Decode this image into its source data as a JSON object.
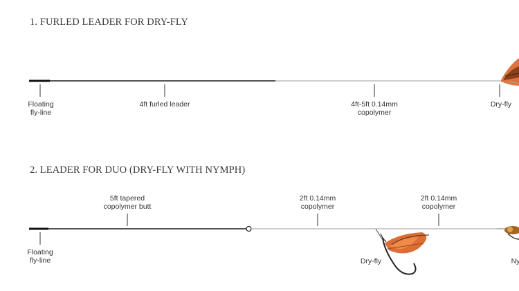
{
  "section1": {
    "title": "1. FURLED LEADER FOR DRY-FLY",
    "labels": {
      "fly_line": [
        "Floating",
        "fly-line"
      ],
      "furled": [
        "4ft furled leader"
      ],
      "copolymer": [
        "4ft-5ft 0.14mm",
        "copolymer"
      ],
      "dry_fly": [
        "Dry-fly"
      ]
    }
  },
  "section2": {
    "title": "2. LEADER FOR DUO (DRY-FLY WITH NYMPH)",
    "labels": {
      "butt": [
        "5ft tapered",
        "copolymer butt"
      ],
      "copolymer_a": [
        "2ft 0.14mm",
        "copolymer"
      ],
      "copolymer_b": [
        "2ft 0.14mm",
        "copolymer"
      ],
      "fly_line": [
        "Floating",
        "fly-line"
      ],
      "dry_fly": [
        "Dry-fly"
      ],
      "nymph": [
        "Ny"
      ]
    }
  },
  "colors": {
    "line_dark": "#1a1a1a",
    "line_light": "#9a9a9a",
    "fly_orange": "#d9652a",
    "fly_brown": "#6b3a1e"
  }
}
